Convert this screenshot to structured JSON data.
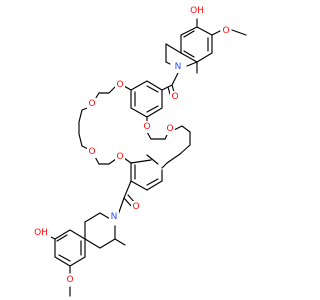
{
  "figure": {
    "type": "chemical-structure",
    "colors": {
      "bond": "#000000",
      "oxygen": "#ff0d0d",
      "nitrogen": "#3050f8",
      "background": "#ffffff"
    }
  },
  "atom_labels": {
    "oh_top": "OH",
    "o_methoxy_top": "O",
    "n_top": "N",
    "o_carbonyl_top": "O",
    "crown_o1": "O",
    "crown_o2": "O",
    "crown_o3": "O",
    "crown_o4": "O",
    "crown_o5": "O",
    "crown_o6": "O",
    "o_carbonyl_bottom": "O",
    "n_bottom": "N",
    "oh_bottom": "OH",
    "o_methoxy_bottom": "O"
  }
}
